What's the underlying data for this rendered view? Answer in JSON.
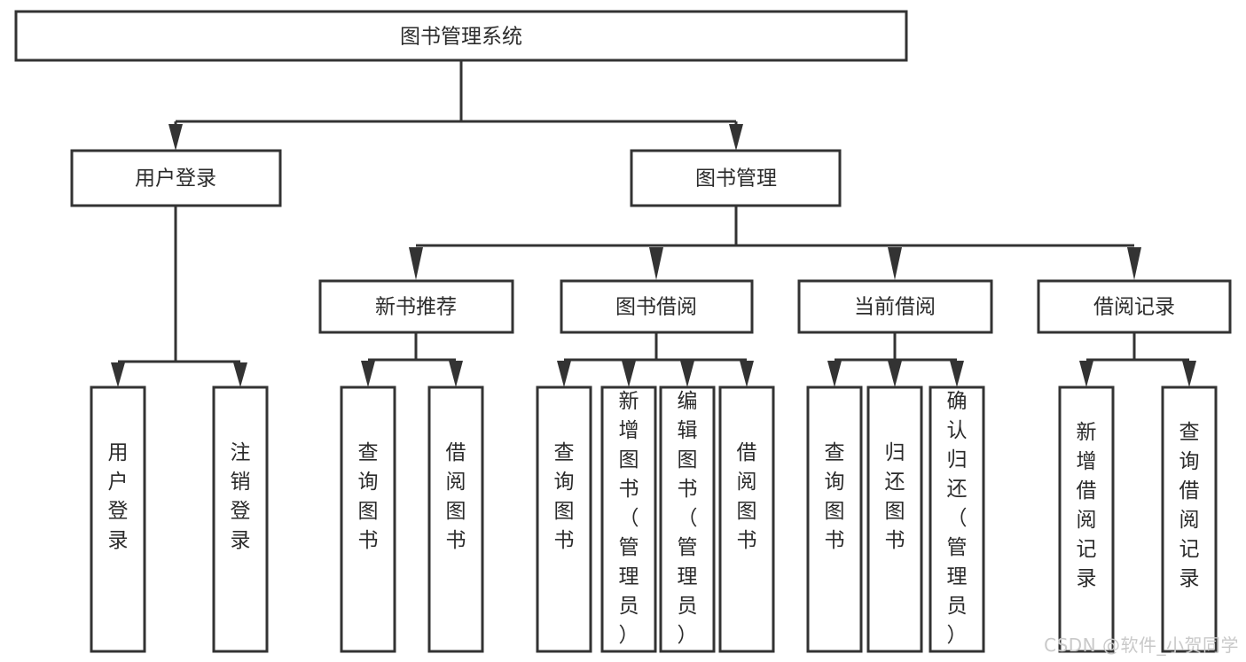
{
  "diagram": {
    "title": "图书管理系统",
    "type": "hierarchy-tree",
    "watermark": "CSDN @软件_小贺同学",
    "colors": {
      "background": "#ffffff",
      "box_fill": "#ffffff",
      "box_stroke": "#333333",
      "text": "#2b2b2b",
      "watermark": "#c9c9c9"
    },
    "levels": [
      {
        "level": 1,
        "nodes": [
          {
            "id": "root",
            "label": "图书管理系统",
            "orientation": "horizontal"
          }
        ]
      },
      {
        "level": 2,
        "nodes": [
          {
            "id": "l2-1",
            "label": "用户登录",
            "orientation": "horizontal",
            "parent": "root"
          },
          {
            "id": "l2-2",
            "label": "图书管理",
            "orientation": "horizontal",
            "parent": "root"
          }
        ]
      },
      {
        "level": 3,
        "nodes": [
          {
            "id": "l3-1",
            "label": "新书推荐",
            "orientation": "horizontal",
            "parent": "l2-2"
          },
          {
            "id": "l3-2",
            "label": "图书借阅",
            "orientation": "horizontal",
            "parent": "l2-2"
          },
          {
            "id": "l3-3",
            "label": "当前借阅",
            "orientation": "horizontal",
            "parent": "l2-2"
          },
          {
            "id": "l3-4",
            "label": "借阅记录",
            "orientation": "horizontal",
            "parent": "l2-2"
          }
        ]
      },
      {
        "level": 4,
        "nodes": [
          {
            "id": "l4-1",
            "label": "用户登录",
            "orientation": "vertical",
            "parent": "l2-1"
          },
          {
            "id": "l4-2",
            "label": "注销登录",
            "orientation": "vertical",
            "parent": "l2-1"
          },
          {
            "id": "l4-3",
            "label": "查询图书",
            "orientation": "vertical",
            "parent": "l3-1"
          },
          {
            "id": "l4-4",
            "label": "借阅图书",
            "orientation": "vertical",
            "parent": "l3-1"
          },
          {
            "id": "l4-5",
            "label": "查询图书",
            "orientation": "vertical",
            "parent": "l3-2"
          },
          {
            "id": "l4-6",
            "label": "新增图书（管理员）",
            "orientation": "vertical",
            "parent": "l3-2"
          },
          {
            "id": "l4-7",
            "label": "编辑图书（管理员）",
            "orientation": "vertical",
            "parent": "l3-2"
          },
          {
            "id": "l4-8",
            "label": "借阅图书",
            "orientation": "vertical",
            "parent": "l3-2"
          },
          {
            "id": "l4-9",
            "label": "查询图书",
            "orientation": "vertical",
            "parent": "l3-3"
          },
          {
            "id": "l4-10",
            "label": "归还图书",
            "orientation": "vertical",
            "parent": "l3-3"
          },
          {
            "id": "l4-11",
            "label": "确认归还（管理员）",
            "orientation": "vertical",
            "parent": "l3-3"
          },
          {
            "id": "l4-12",
            "label": "新增借阅记录",
            "orientation": "vertical",
            "parent": "l3-4"
          },
          {
            "id": "l4-13",
            "label": "查询借阅记录",
            "orientation": "vertical",
            "parent": "l3-4"
          }
        ]
      }
    ]
  }
}
